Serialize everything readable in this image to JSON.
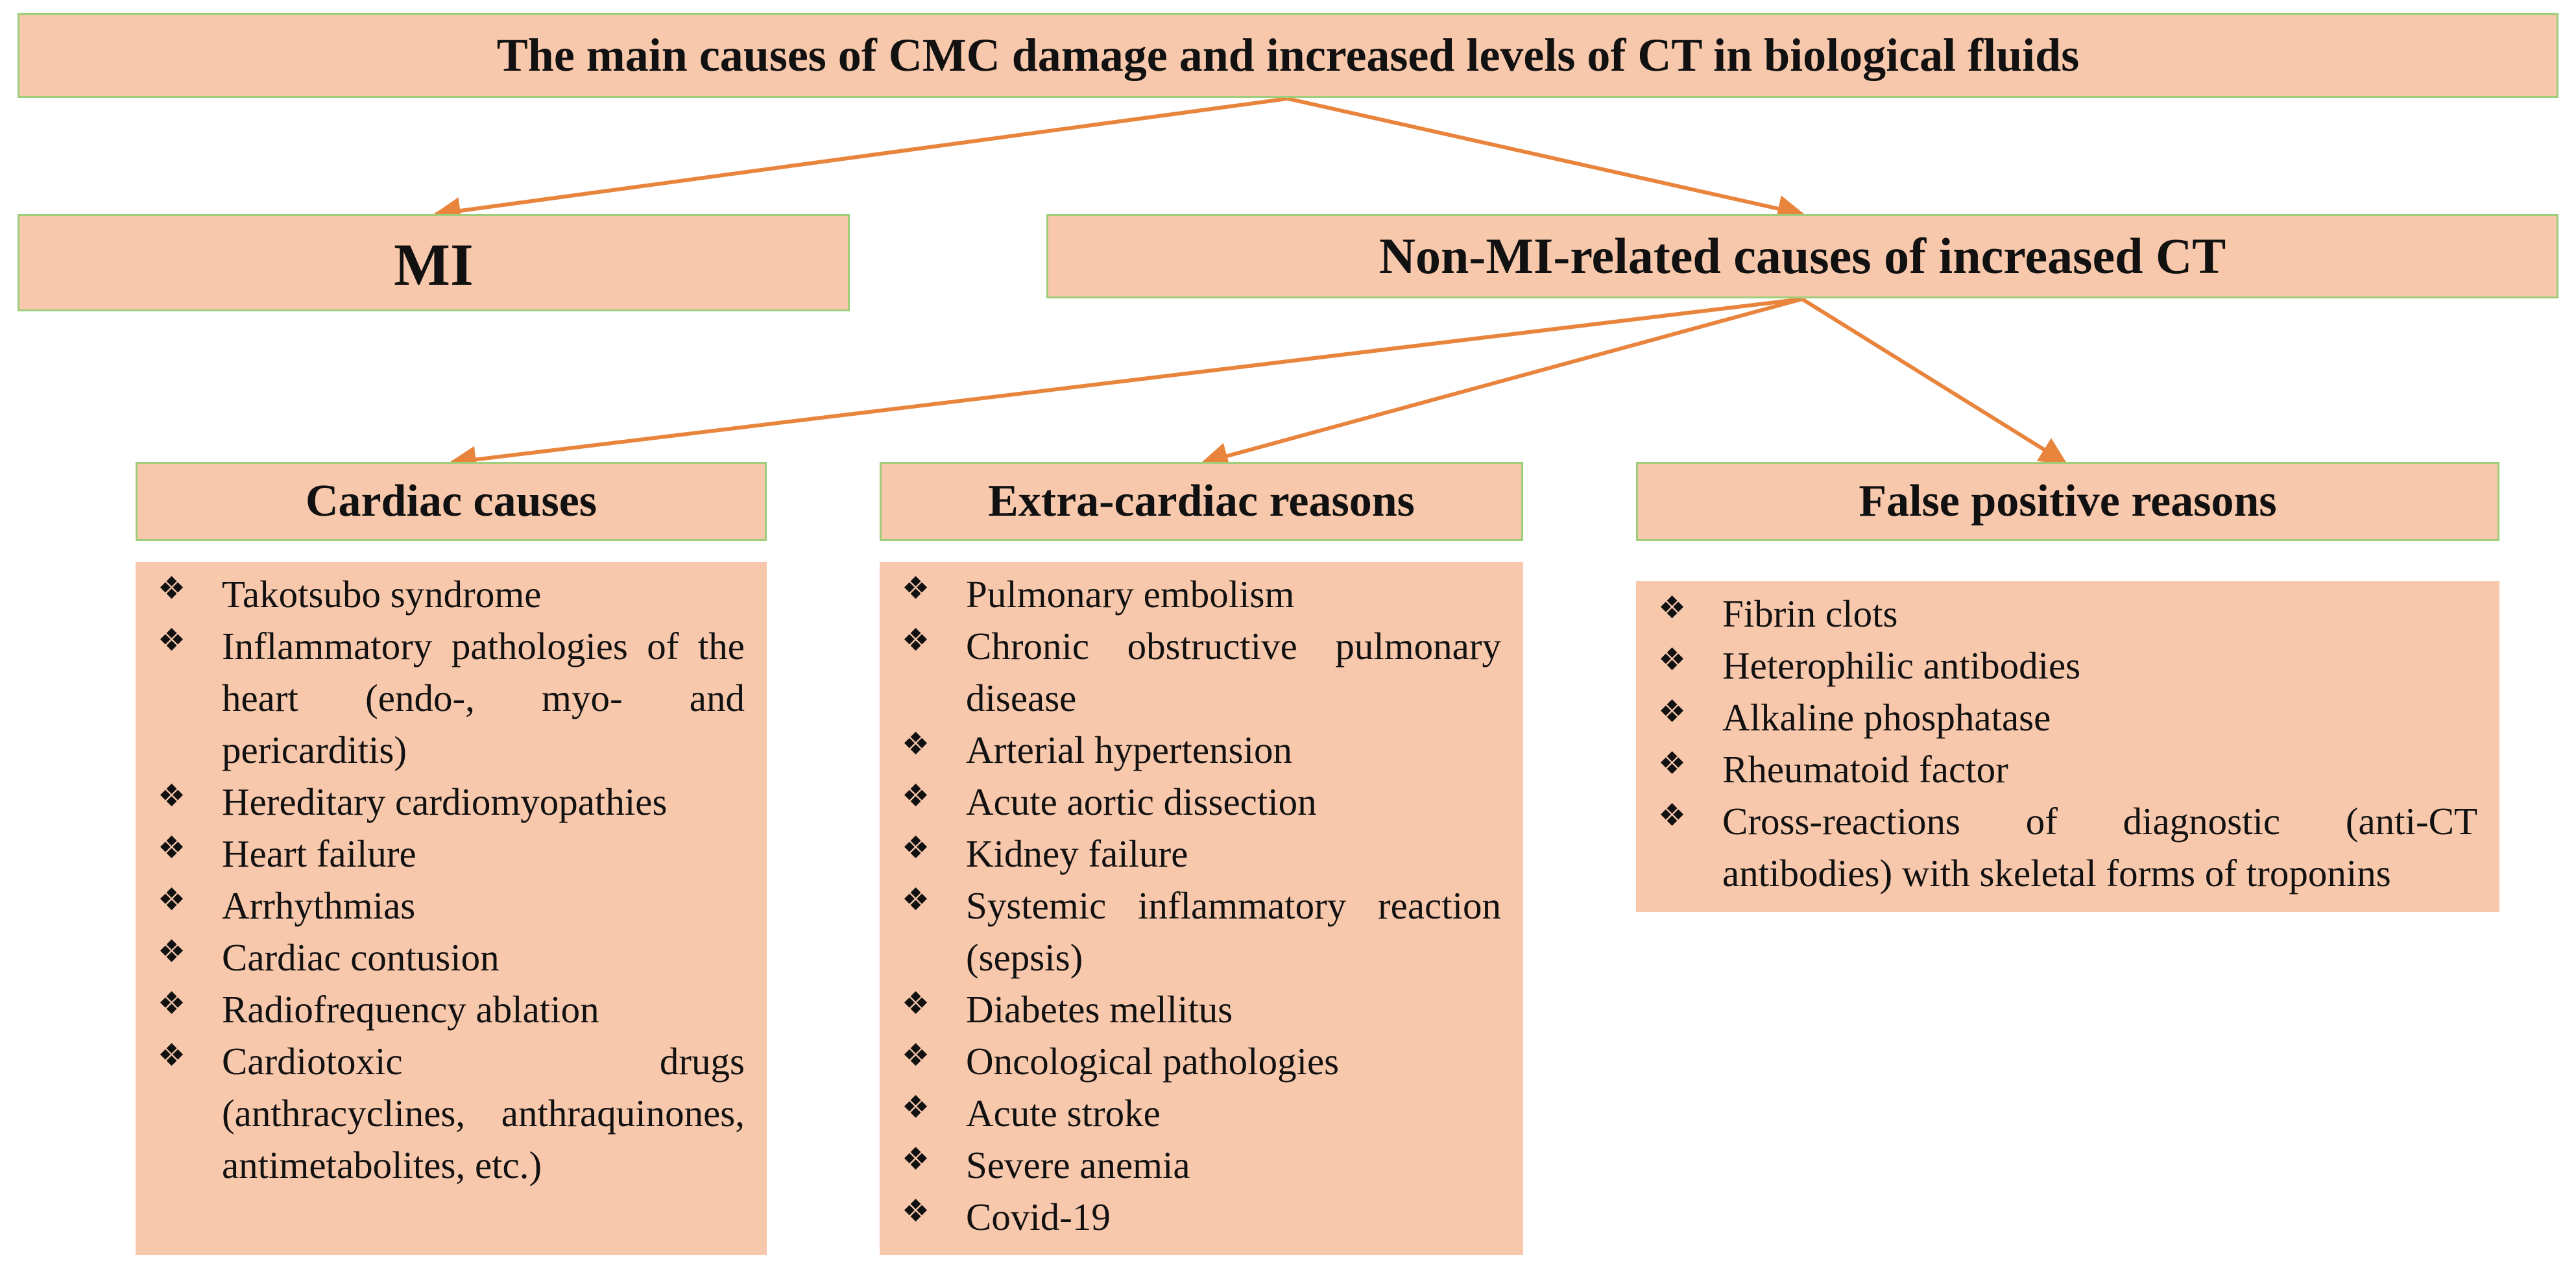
{
  "title": "The main causes of CMC damage and increased levels of CT in biological fluids",
  "branches": {
    "mi": "MI",
    "non_mi": "Non-MI-related causes of increased CT"
  },
  "categories": {
    "cardiac": {
      "title": "Cardiac causes",
      "items": [
        "Takotsubo syndrome",
        "Inflammatory pathologies of the heart (endo-, myo- and pericarditis)",
        "Hereditary cardiomyopathies",
        "Heart failure",
        "Arrhythmias",
        "Cardiac contusion",
        "Radiofrequency ablation",
        "Cardiotoxic drugs (anthracyclines, anthraquinones, antimetabolites, etc.)"
      ]
    },
    "extra_cardiac": {
      "title": "Extra-cardiac reasons",
      "items": [
        "Pulmonary embolism",
        "Chronic obstructive pulmonary disease",
        "Arterial hypertension",
        "Acute aortic dissection",
        "Kidney failure",
        "Systemic inflammatory reaction (sepsis)",
        "Diabetes mellitus",
        "Oncological pathologies",
        "Acute stroke",
        "Severe anemia",
        "Covid-19"
      ]
    },
    "false_positive": {
      "title": "False positive reasons",
      "items": [
        "Fibrin clots",
        "Heterophilic antibodies",
        "Alkaline phosphatase",
        "Rheumatoid factor",
        "Cross-reactions of diagnostic (anti-CT antibodies) with skeletal forms of troponins"
      ]
    }
  },
  "colors": {
    "box_fill": "#f8c8ac",
    "box_border": "#9fce7b",
    "arrow": "#e8843c"
  },
  "icons": {
    "bullet": "four-diamond-bullet-icon"
  }
}
